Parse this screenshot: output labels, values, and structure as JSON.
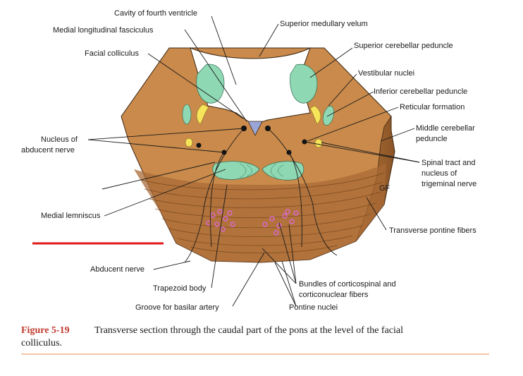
{
  "labels": {
    "cavity_fourth_ventricle": "Cavity of fourth ventricle",
    "medial_longitudinal_fasciculus": "Medial longitudinal fasciculus",
    "facial_colliculus": "Facial colliculus",
    "superior_medullary_velum": "Superior medullary velum",
    "superior_cerebellar_peduncle": "Superior cerebellar peduncle",
    "vestibular_nuclei": "Vestibular nuclei",
    "inferior_cerebellar_peduncle": "Inferior cerebellar peduncle",
    "reticular_formation": "Reticular formation",
    "middle_cerebellar_peduncle_1": "Middle cerebellar",
    "middle_cerebellar_peduncle_2": "peduncle",
    "nucleus_abducent_1": "Nucleus of",
    "nucleus_abducent_2": "abducent nerve",
    "spinal_tract_1": "Spinal tract and",
    "spinal_tract_2": "nucleus of",
    "spinal_tract_3": "trigeminal nerve",
    "medial_lemniscus": "Medial lemniscus",
    "transverse_pontine_fibers": "Transverse pontine fibers",
    "abducent_nerve": "Abducent nerve",
    "trapezoid_body": "Trapezoid body",
    "groove_basilar_artery": "Groove for basilar artery",
    "bundles_corticospinal_1": "Bundles of corticospinal and",
    "bundles_corticospinal_2": "corticonuclear fibers",
    "pontine_nuclei": "Pontine nuclei",
    "artist_initials": "GF"
  },
  "caption": {
    "figure_number": "Figure 5-19",
    "text_line1": "Transverse section through the caudal part of the pons at the level of the facial",
    "text_line2": "colliculus."
  },
  "colors": {
    "tissue": "#c98a4b",
    "tissue_dark": "#9a6232",
    "tissue_shadow": "#7a4a22",
    "nuclei_green": "#8fd8b4",
    "trigeminal_yellow": "#f6e55a",
    "pontine_pink": "#d86ad0",
    "marker_red": "#e01818",
    "caption_rule": "#f2b38a"
  }
}
